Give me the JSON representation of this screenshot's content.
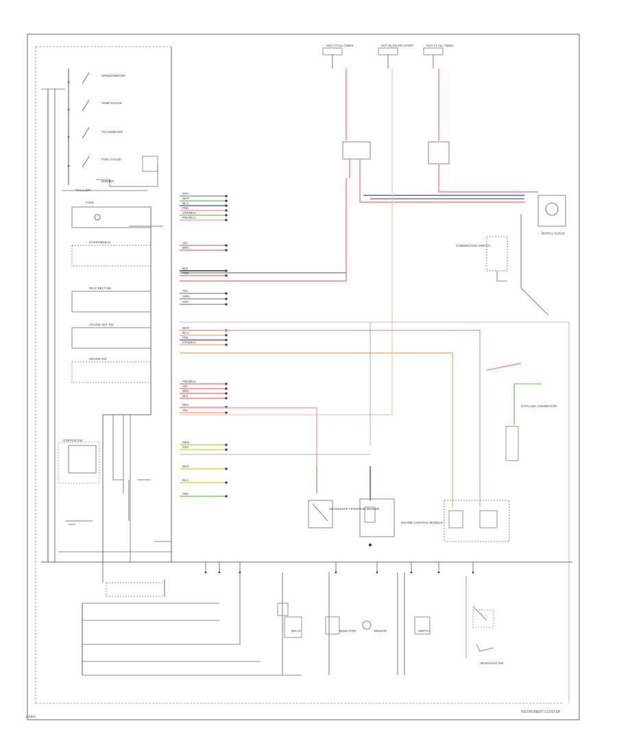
{
  "footer": {
    "left_code": "[code]",
    "right_title": "INSTRUMENT CLUSTER"
  },
  "wire_colors": {
    "red": "#f08080",
    "pink": "#f4a6b4",
    "orange": "#f5b27a",
    "tan": "#f2c89a",
    "green": "#7ccb6e",
    "lime": "#a8dc64",
    "blue": "#5b5be0",
    "violet": "#b08ae0",
    "yellow": "#e8d24c",
    "gray": "#999999",
    "black": "#333333",
    "dark": "#555555"
  },
  "labels": {
    "top_fuses": [
      "HOT AT ALL TIMES",
      "HOT IN ON OR START",
      "HOT AT ALL TIMES"
    ],
    "gauges": [
      "SPEEDOMETER",
      "TEMP GAUGE",
      "TACHOMETER",
      "FUEL GAUGE",
      "DIMMER"
    ],
    "left_components": [
      "FUSE",
      "HYDROBREAK",
      "SEAT BELT SW",
      "CRUISE SET SW",
      "CRUISE SW",
      "IGNITION SW",
      "TAIL LAMP"
    ],
    "connector_pins": [
      "GRY",
      "WHT",
      "BLU",
      "PNK",
      "GRN/BLK",
      "PNK/BLU",
      "VIO",
      "BRN",
      "BLK",
      "RED",
      "YEL",
      "ORN"
    ],
    "right_components": [
      "DIGITAL CLOCK",
      "COMBINATION SWITCH",
      "ENGINE CONTROL MODULE",
      "CRANKSHAFT POSITION SENSOR",
      "DATA LINK CONNECTOR"
    ],
    "bottom_components": [
      "RELAY",
      "INDICATOR",
      "SENSOR",
      "SWITCH",
      "HEADLIGHT SW"
    ]
  }
}
